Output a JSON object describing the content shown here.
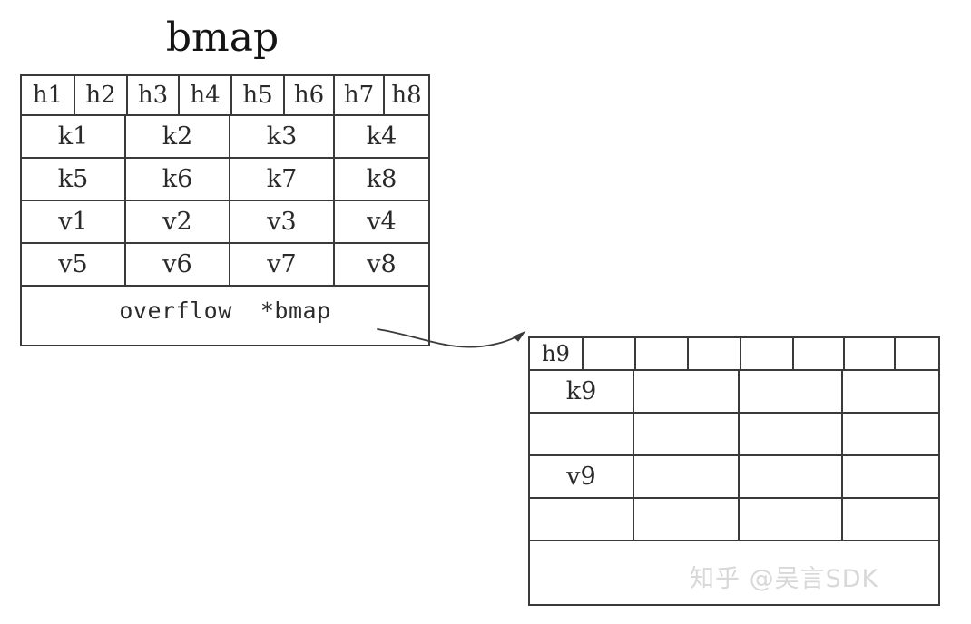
{
  "title": "bmap",
  "colors": {
    "line": "#3a3a3a",
    "text": "#2a2a2a",
    "background": "#ffffff",
    "watermark": "#d8d8d8"
  },
  "bmap": {
    "label": "bmap",
    "hash_row": [
      "h1",
      "h2",
      "h3",
      "h4",
      "h5",
      "h6",
      "h7",
      "h8"
    ],
    "key_rows": [
      [
        "k1",
        "k2",
        "k3",
        "k4"
      ],
      [
        "k5",
        "k6",
        "k7",
        "k8"
      ]
    ],
    "value_rows": [
      [
        "v1",
        "v2",
        "v3",
        "v4"
      ],
      [
        "v5",
        "v6",
        "v7",
        "v8"
      ]
    ],
    "overflow_label": "overflow  *bmap"
  },
  "overflow_bmap": {
    "hash_row": [
      "h9",
      "",
      "",
      "",
      "",
      "",
      "",
      ""
    ],
    "key_rows": [
      [
        "k9",
        "",
        "",
        ""
      ],
      [
        "",
        "",
        "",
        ""
      ]
    ],
    "value_rows": [
      [
        "v9",
        "",
        "",
        ""
      ],
      [
        "",
        "",
        "",
        ""
      ]
    ],
    "overflow_label": ""
  },
  "connector": {
    "name": "overflow-pointer-arrow"
  },
  "watermark": "知乎 @吴言SDK"
}
